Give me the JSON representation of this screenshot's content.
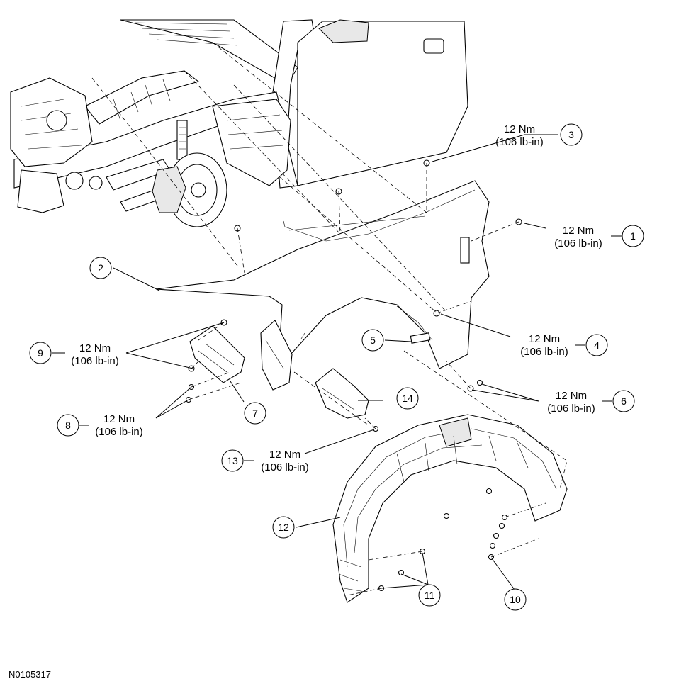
{
  "figure_id": "N0105317",
  "torque": {
    "nm": "12 Nm",
    "lbin": "(106 lb-in)"
  },
  "callouts": {
    "c1": "1",
    "c2": "2",
    "c3": "3",
    "c4": "4",
    "c5": "5",
    "c6": "6",
    "c7": "7",
    "c8": "8",
    "c9": "9",
    "c10": "10",
    "c11": "11",
    "c12": "12",
    "c13": "13",
    "c14": "14"
  }
}
